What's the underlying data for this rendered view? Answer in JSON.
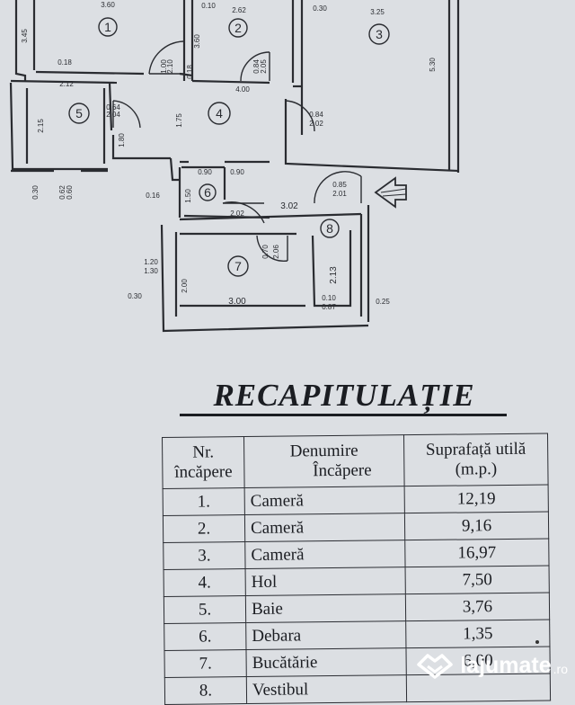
{
  "plan": {
    "room_numbers": [
      "1",
      "2",
      "3",
      "4",
      "5",
      "6",
      "7",
      "8"
    ],
    "dimensions": {
      "r1_width": "3.60",
      "r1_height": "3.45",
      "top_small": "0.10",
      "r2_width": "2.62",
      "wall_30": "0.30",
      "r3_width": "3.25",
      "r2_height": "3.60",
      "r3_height": "5.30",
      "door1_a": "1.00",
      "door1_b": "2.10",
      "door2_a": "0.84",
      "door2_b": "2.05",
      "hol_height": "1.75",
      "hol_width": "4.00",
      "bath_wall": "0.18",
      "wall_18b": "0.18",
      "r5_height": "2.15",
      "r5_width": "2.12",
      "door5_a": "0.64",
      "door5_b": "2.04",
      "hall_180": "1.80",
      "door3_a": "0.84",
      "door3_b": "2.02",
      "left_30": "0.30",
      "win_a": "0.62",
      "win_b": "0.60",
      "wall_16": "0.16",
      "door6_a": "0.90",
      "door6_b": "2.02",
      "debara_h": "1.50",
      "debara_w": "0.90",
      "door_entry_a": "0.85",
      "door_entry_b": "2.01",
      "vest_w": "3.02",
      "door7_a": "0.70",
      "door7_b": "2.06",
      "side_120": "1.20",
      "side_130": "1.30",
      "r7_h": "2.00",
      "r8_h": "2.13",
      "left_30b": "0.30",
      "r7_w": "3.00",
      "r8_a": "0.10",
      "r8_b": "0.87",
      "right_25": "0.25"
    }
  },
  "recap": {
    "title": "RECAPITULAȚIE",
    "headers": {
      "nr_line1": "Nr.",
      "nr_line2": "încăpere",
      "den_line1": "Denumire",
      "den_line2": "Încăpere",
      "sup_line1": "Suprafață utilă",
      "sup_line2": "(m.p.)"
    },
    "rows": [
      {
        "nr": "1.",
        "name": "Cameră",
        "area": "12,19"
      },
      {
        "nr": "2.",
        "name": "Cameră",
        "area": "9,16"
      },
      {
        "nr": "3.",
        "name": "Cameră",
        "area": "16,97"
      },
      {
        "nr": "4.",
        "name": "Hol",
        "area": "7,50"
      },
      {
        "nr": "5.",
        "name": "Baie",
        "area": "3,76"
      },
      {
        "nr": "6.",
        "name": "Debara",
        "area": "1,35"
      },
      {
        "nr": "7.",
        "name": "Bucătărie",
        "area": "6,00"
      },
      {
        "nr": "8.",
        "name": "Vestibul",
        "area": ""
      }
    ]
  },
  "watermark": {
    "brand": "lajumate",
    "tld": ".ro"
  },
  "colors": {
    "paper": "#dcdfe3",
    "ink": "#1d1f24"
  }
}
